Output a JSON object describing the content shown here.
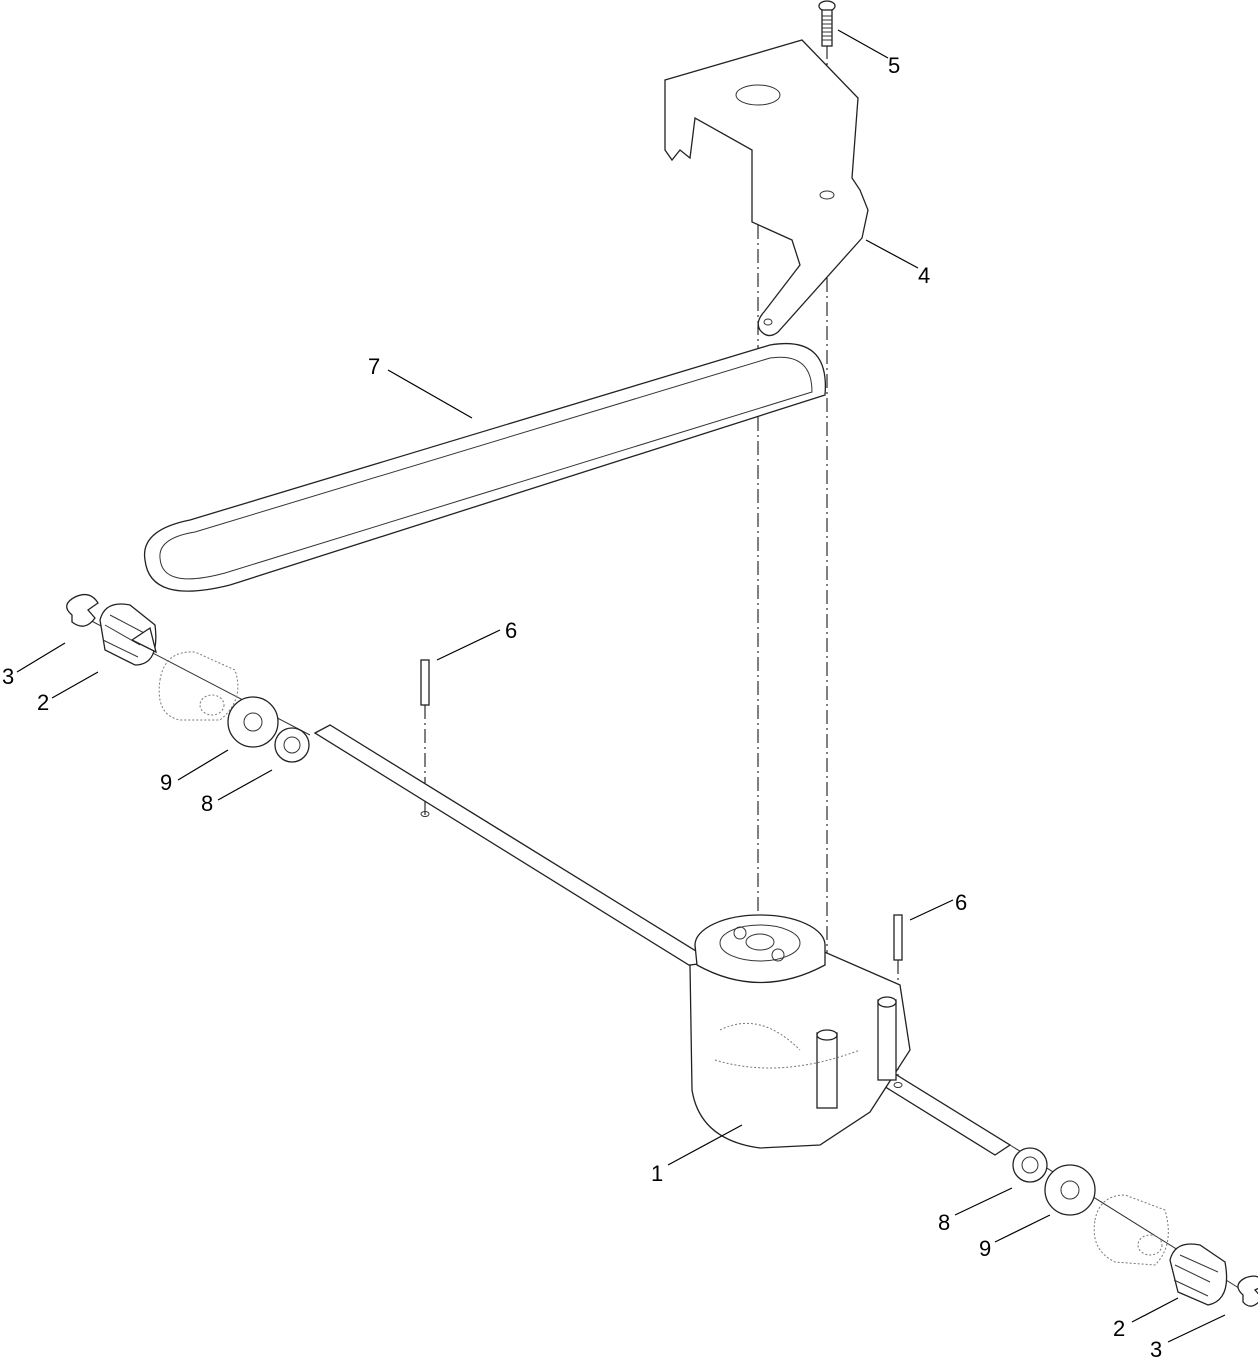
{
  "diagram": {
    "type": "exploded-parts-diagram",
    "callouts": [
      {
        "id": "1",
        "label": "1",
        "part": "transmission-gearbox"
      },
      {
        "id": "2a",
        "label": "2",
        "part": "drive-gear-left"
      },
      {
        "id": "2b",
        "label": "2",
        "part": "drive-gear-right"
      },
      {
        "id": "3a",
        "label": "3",
        "part": "e-ring-left"
      },
      {
        "id": "3b",
        "label": "3",
        "part": "e-ring-right"
      },
      {
        "id": "4",
        "label": "4",
        "part": "belt-guide-bracket"
      },
      {
        "id": "5",
        "label": "5",
        "part": "screw"
      },
      {
        "id": "6a",
        "label": "6",
        "part": "roll-pin-left"
      },
      {
        "id": "6b",
        "label": "6",
        "part": "roll-pin-right"
      },
      {
        "id": "7",
        "label": "7",
        "part": "v-belt"
      },
      {
        "id": "8a",
        "label": "8",
        "part": "tab-washer-left"
      },
      {
        "id": "8b",
        "label": "8",
        "part": "tab-washer-right"
      },
      {
        "id": "9a",
        "label": "9",
        "part": "flat-washer-left"
      },
      {
        "id": "9b",
        "label": "9",
        "part": "flat-washer-right"
      }
    ]
  }
}
